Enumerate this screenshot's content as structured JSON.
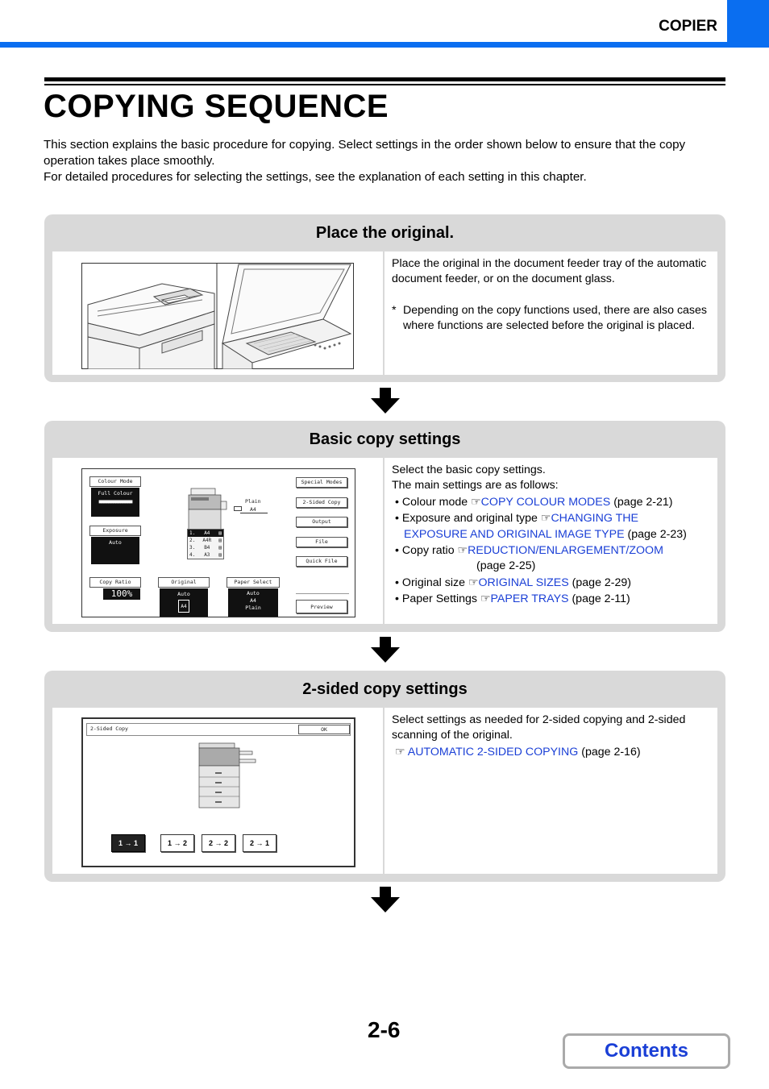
{
  "header": {
    "section": "COPIER"
  },
  "page": {
    "title": "COPYING SEQUENCE",
    "intro": [
      "This section explains the basic procedure for copying. Select settings in the order shown below to ensure that the copy operation takes place smoothly.",
      "For detailed procedures for selecting the settings, see the explanation of each setting in this chapter."
    ],
    "page_number": "2-6",
    "contents_label": "Contents"
  },
  "steps": [
    {
      "title": "Place the original.",
      "text": "Place the original in the document feeder tray of the automatic document feeder, or on the document glass.",
      "note_mark": "*",
      "note": "Depending on the copy functions used, there are also cases where functions are selected before the original is placed."
    },
    {
      "title": "Basic copy settings",
      "intro": [
        "Select the basic copy settings.",
        "The main settings are as follows:"
      ],
      "items": [
        {
          "label": "Colour mode",
          "link": "COPY COLOUR MODES",
          "page": "(page 2-21)"
        },
        {
          "label": "Exposure and original type",
          "link1": "CHANGING THE",
          "link2": "EXPOSURE AND ORIGINAL IMAGE TYPE",
          "page": "(page 2-23)"
        },
        {
          "label": "Copy ratio",
          "link": "REDUCTION/ENLARGEMENT/ZOOM",
          "page": "(page 2-25)"
        },
        {
          "label": "Original size",
          "link": "ORIGINAL SIZES",
          "page": "(page 2-29)"
        },
        {
          "label": "Paper Settings",
          "link": "PAPER TRAYS",
          "page": "(page 2-11)"
        }
      ],
      "ui": {
        "colour_mode": "Colour Mode",
        "full_colour": "Full Colour",
        "exposure": "Exposure",
        "auto": "Auto",
        "copy_ratio": "Copy Ratio",
        "ratio_value": "100%",
        "original": "Original",
        "original_auto": "Auto",
        "original_size": "A4",
        "paper_select": "Paper Select",
        "paper_auto": "Auto",
        "paper_size": "A4",
        "paper_plain": "Plain",
        "bypass_plain": "Plain",
        "bypass_size": "A4",
        "trays": [
          {
            "num": "1.",
            "size": "A4"
          },
          {
            "num": "2.",
            "size": "A4R"
          },
          {
            "num": "3.",
            "size": "B4"
          },
          {
            "num": "4.",
            "size": "A3"
          }
        ],
        "special_modes": "Special Modes",
        "two_sided_copy": "2-Sided Copy",
        "output": "Output",
        "file": "File",
        "quick_file": "Quick File",
        "preview": "Preview"
      }
    },
    {
      "title": "2-sided copy settings",
      "text": "Select settings as needed for 2-sided copying and 2-sided scanning of the original.",
      "link": "AUTOMATIC 2-SIDED COPYING",
      "page": "(page 2-16)",
      "ui": {
        "title": "2-Sided Copy",
        "ok": "OK",
        "modes": [
          "1 → 1",
          "1 → 2",
          "2 → 2",
          "2 → 1"
        ]
      }
    }
  ]
}
